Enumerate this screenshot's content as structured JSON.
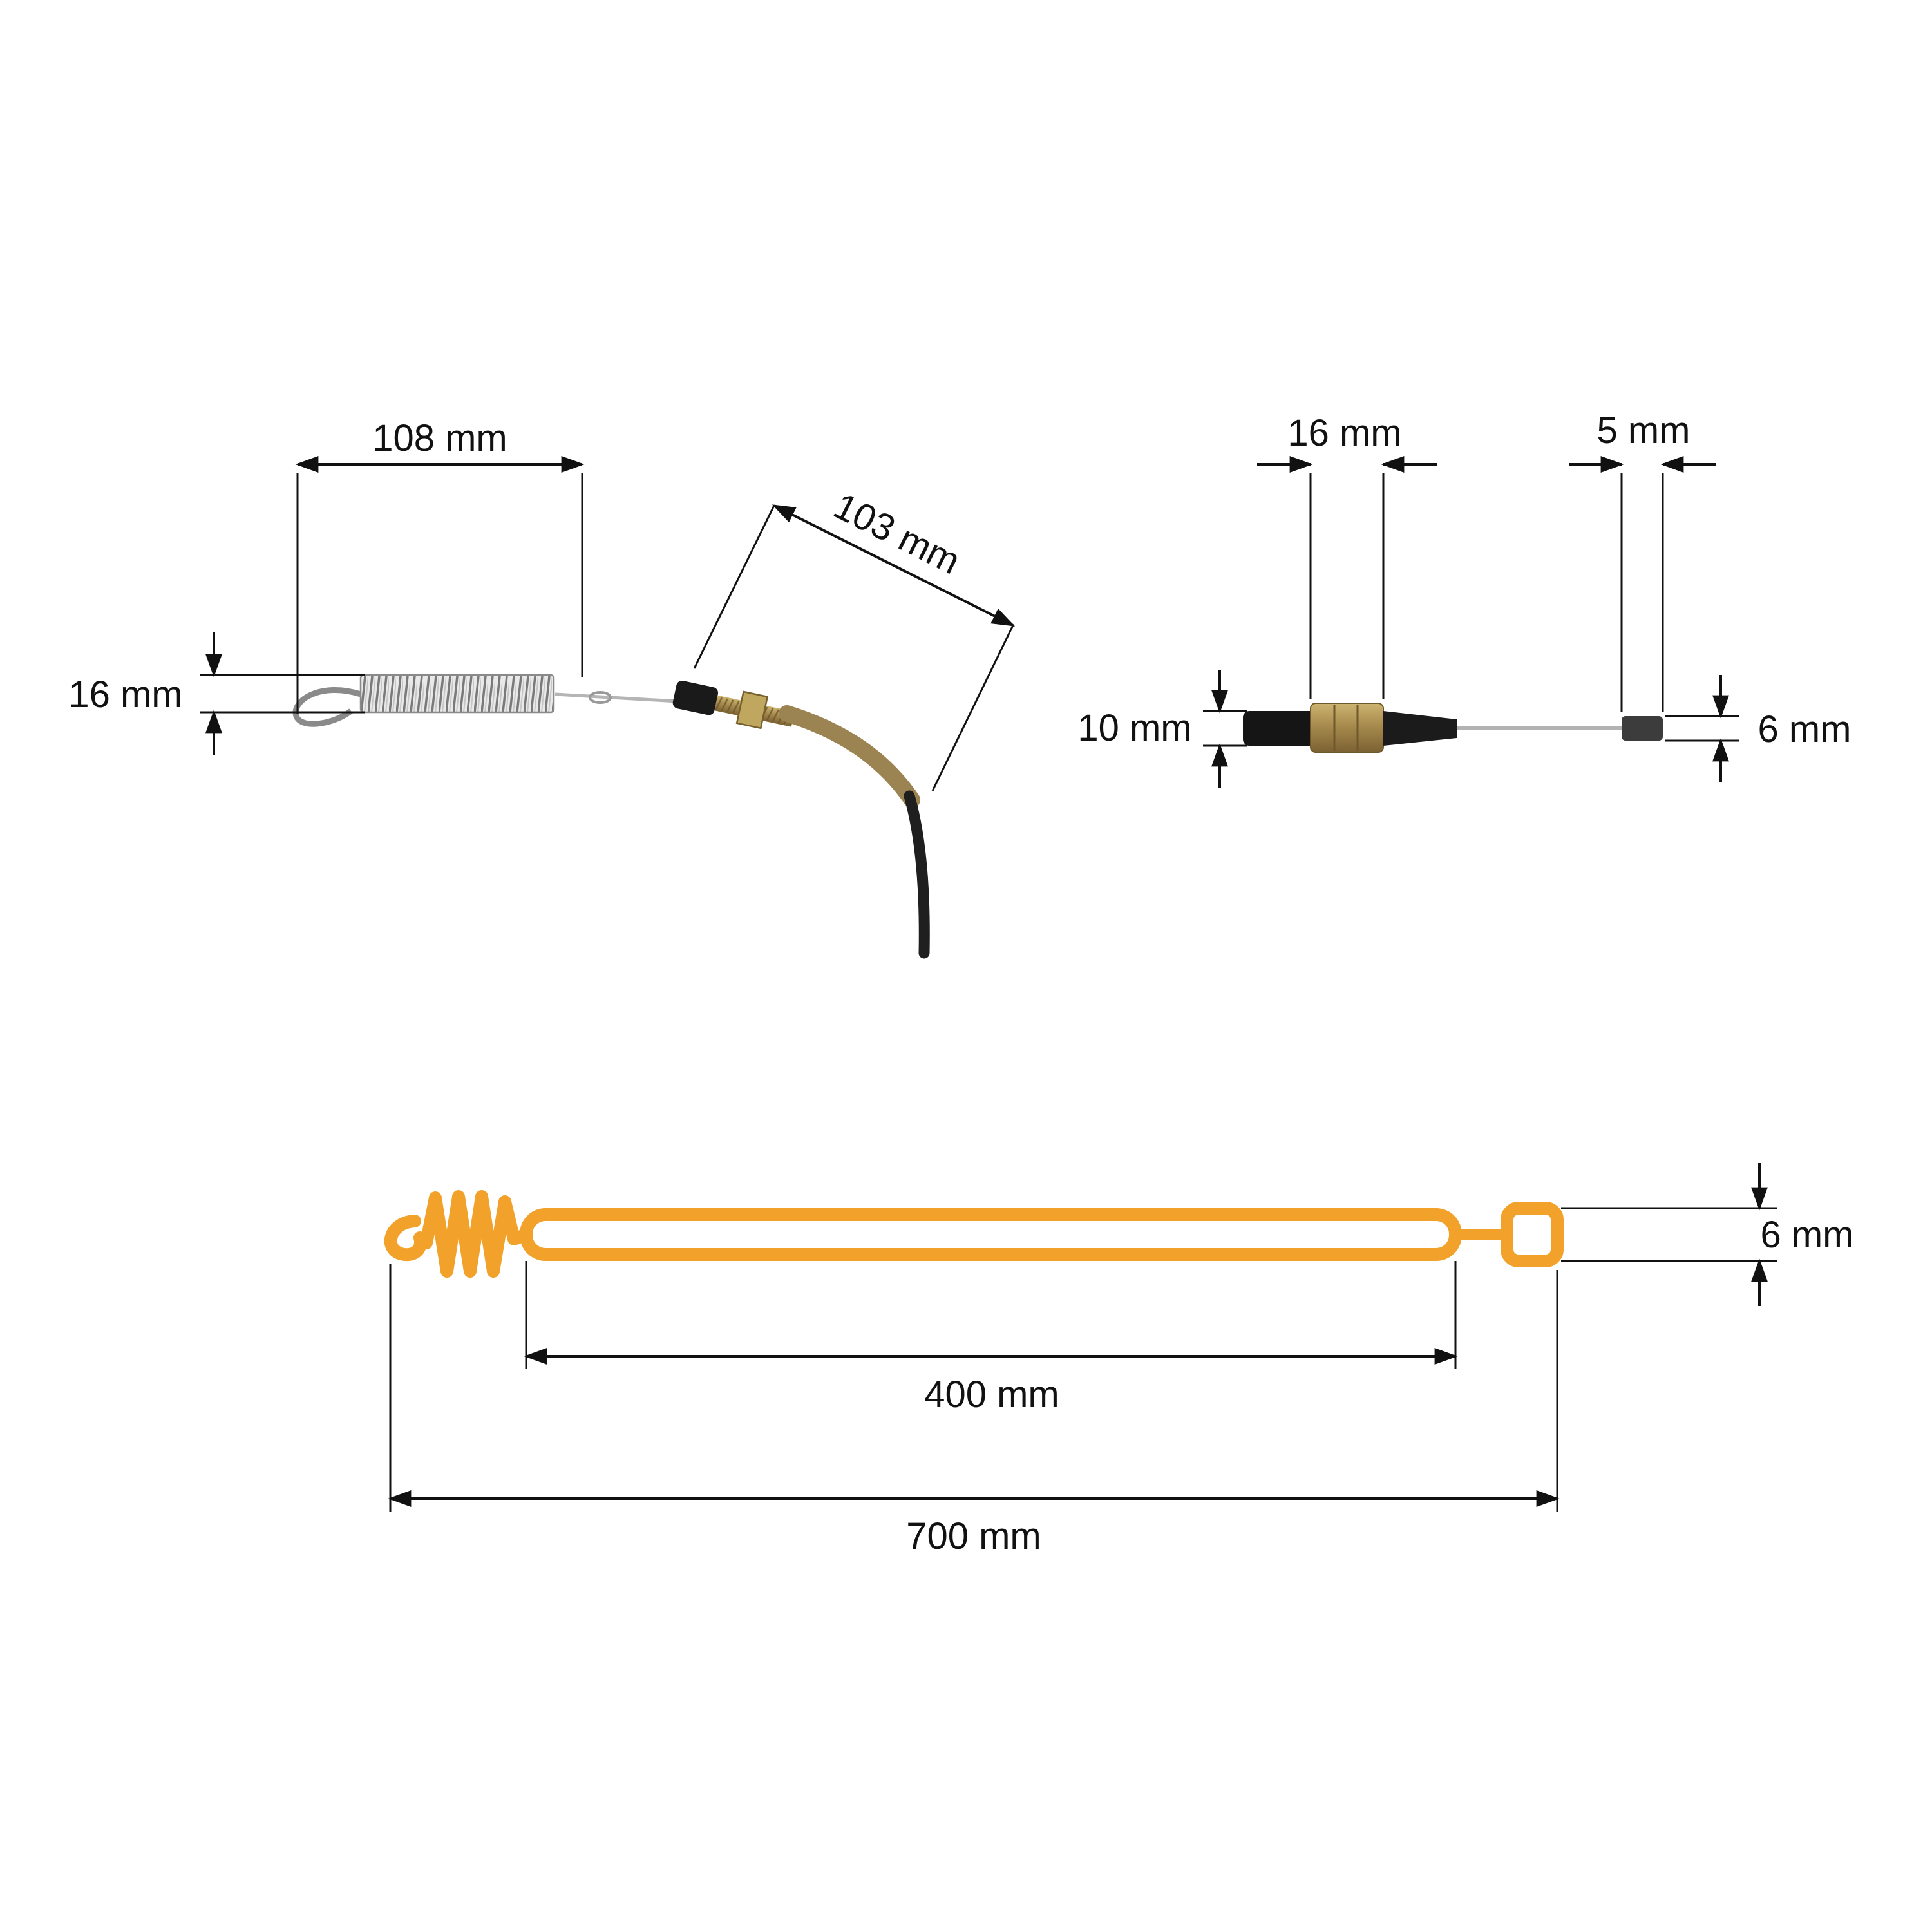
{
  "colors": {
    "accent_orange": "#F2A22B",
    "dimension_line": "#111111",
    "spring_gray": "#8a8a8a",
    "brass": "#9c8352",
    "black_part": "#1a1a1a"
  },
  "top_left": {
    "dim_spring_length": "108 mm",
    "dim_fitting_length": "103 mm",
    "dim_spring_diameter": "16 mm"
  },
  "top_right": {
    "dim_barrel_length": "16 mm",
    "dim_end_cap_length": "5 mm",
    "dim_body_diameter": "10 mm",
    "dim_end_cap_diameter": "6 mm"
  },
  "bottom": {
    "dim_outer_diameter": "6 mm",
    "dim_inner_length": "400 mm",
    "dim_total_length": "700 mm"
  }
}
